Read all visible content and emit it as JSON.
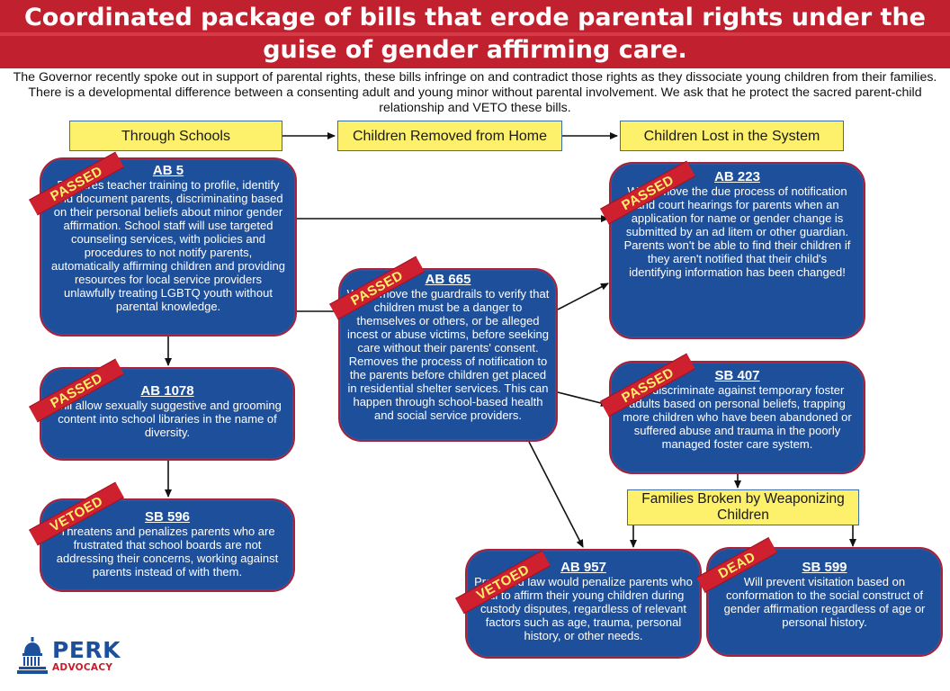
{
  "title": {
    "line1": "Coordinated package of bills that erode parental rights under the",
    "line2": "guise of gender affirming care."
  },
  "intro": "The Governor recently spoke out in support of parental rights, these bills infringe on and contradict those rights as they dissociate young children from their families. There is a developmental difference between a consenting adult and young minor without parental involvement. We ask that he protect the sacred parent-child relationship and VETO these bills.",
  "stages": {
    "schools": "Through Schools",
    "removed": "Children Removed from Home",
    "lost": "Children Lost in the System",
    "families": "Families Broken by Weaponizing Children"
  },
  "bills": {
    "ab5": {
      "name": "AB 5",
      "status": "PASSED",
      "desc": "Requires teacher training to profile, identify and document parents, discriminating based on their personal beliefs about minor gender affirmation. School staff will use targeted counseling services, with policies and procedures to not notify parents, automatically affirming children and providing resources for local service providers unlawfully treating LGBTQ youth without parental knowledge."
    },
    "ab1078": {
      "name": "AB 1078",
      "status": "PASSED",
      "desc": "Will allow sexually suggestive and grooming content into school libraries in the name of diversity."
    },
    "sb596": {
      "name": "SB 596",
      "status": "VETOED",
      "desc": "Threatens and penalizes parents who are frustrated that school boards are not addressing their concerns, working against parents instead of with them."
    },
    "ab665": {
      "name": "AB 665",
      "status": "PASSED",
      "desc": "Will remove the guardrails to verify that children must be a danger to themselves or others, or be alleged incest or abuse victims, before seeking care without their parents' consent. Removes the process of notification to the parents before children get placed in residential shelter services. This can happen through school-based health and social service providers."
    },
    "ab223": {
      "name": "AB 223",
      "status": "PASSED",
      "desc": "Will remove the due process of notification and court hearings for parents when an application for name or gender change is submitted by an ad litem or other guardian. Parents won't be able to find their children if they aren't notified that their child's identifying information has been changed!"
    },
    "sb407": {
      "name": "SB 407",
      "status": "PASSED",
      "desc": "Will discriminate against temporary foster adults based on personal beliefs, trapping more children who have been abandoned or suffered abuse and trauma in the poorly managed foster care system."
    },
    "ab957": {
      "name": "AB 957",
      "status": "VETOED",
      "desc": "Proposed law would penalize parents who fail to affirm their young children during custody disputes, regardless of relevant factors such as age, trauma, personal history, or other needs."
    },
    "sb599": {
      "name": "SB 599",
      "status": "DEAD",
      "desc": "Will prevent visitation based on conformation to the social construct of gender affirmation regardless of age or personal history."
    }
  },
  "logo": {
    "name": "PERK",
    "sub": "ADVOCACY"
  },
  "colors": {
    "banner": "#c1202e",
    "bill_fill": "#1e4f9b",
    "bill_border": "#a8223a",
    "stage_fill": "#fdf06a",
    "ribbon_fill": "#cf2030",
    "ribbon_text": "#fdf06a"
  }
}
